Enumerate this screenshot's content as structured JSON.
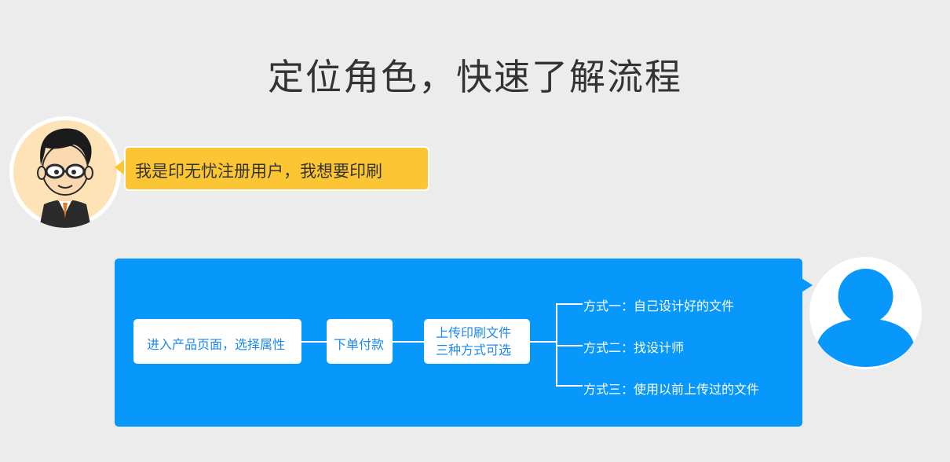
{
  "title": "定位角色，快速了解流程",
  "bubble": {
    "text": "我是印无忧注册用户，我想要印刷"
  },
  "flow": {
    "step1": "进入产品页面，选择属性",
    "step2": "下单付款",
    "step3_line1": "上传印刷文件",
    "step3_line2": "三种方式可选",
    "options": [
      "方式一：自己设计好的文件",
      "方式二：找设计师",
      "方式三：使用以前上传过的文件"
    ]
  },
  "colors": {
    "accent_blue": "#0897fa",
    "bubble_yellow": "#fcc533",
    "background": "#ececec"
  }
}
